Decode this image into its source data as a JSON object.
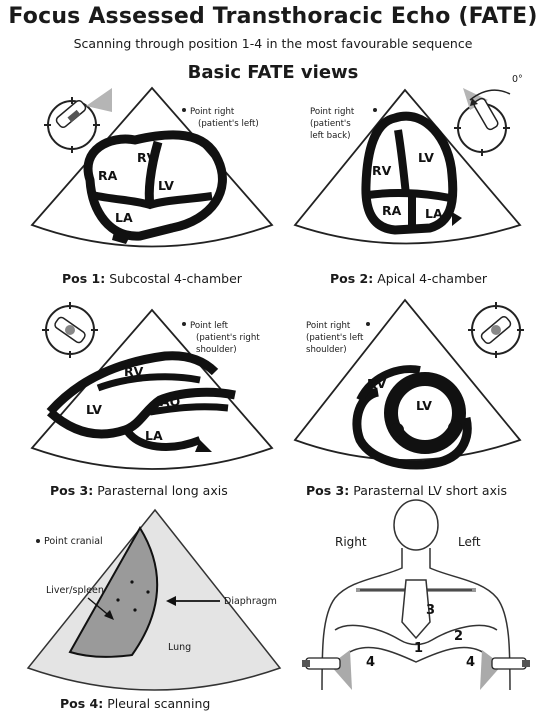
{
  "header": {
    "title": "Focus Assessed Transthoracic Echo (FATE)",
    "subtitle": "Scanning through position 1-4 in the most favourable sequence",
    "heading": "Basic FATE views"
  },
  "panels": {
    "p1": {
      "caption_bold": "Pos 1:",
      "caption_rest": " Subcostal 4-chamber",
      "note": [
        "Point right",
        "(patient's left)"
      ],
      "labels": [
        "RV",
        "RA",
        "LV",
        "LA"
      ]
    },
    "p2": {
      "caption_bold": "Pos 2:",
      "caption_rest": " Apical 4-chamber",
      "note": [
        "Point right",
        "(patient's",
        "left back)"
      ],
      "labels": [
        "LV",
        "RV",
        "RA",
        "LA"
      ],
      "angle": "0°"
    },
    "p3": {
      "caption_bold": "Pos 3:",
      "caption_rest": " Parasternal long axis",
      "note": [
        "Point left",
        "(patient's right",
        "shoulder)"
      ],
      "labels": [
        "RV",
        "LV",
        "AO",
        "LA"
      ]
    },
    "p4": {
      "caption_bold": "Pos 3:",
      "caption_rest": " Parasternal LV short axis",
      "note": [
        "Point right",
        "(patient's left",
        "shoulder)"
      ],
      "labels": [
        "RV",
        "LV"
      ]
    },
    "p5": {
      "caption_bold": "Pos 4:",
      "caption_rest": " Pleural scanning",
      "note": "Point cranial",
      "labels": {
        "liver": "Liver/spleen",
        "diaphragm": "Diaphragm",
        "lung": "Lung"
      }
    },
    "p6": {
      "right": "Right",
      "left": "Left",
      "positions": [
        "3",
        "1",
        "2",
        "4",
        "4"
      ]
    }
  }
}
